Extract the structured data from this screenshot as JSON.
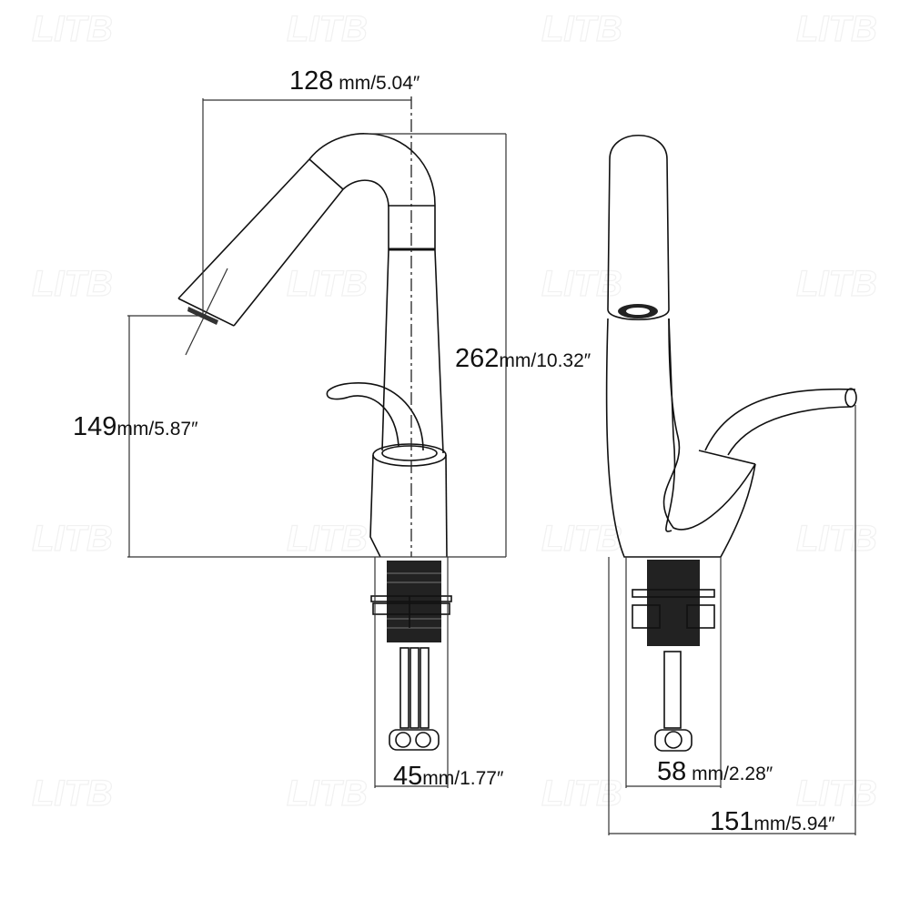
{
  "watermark": "LITB",
  "dimensions": {
    "spout_reach": {
      "value": "128",
      "unit": " mm/5.04″"
    },
    "total_height": {
      "value": "262",
      "unit": "mm/10.32″"
    },
    "spout_height": {
      "value": "149",
      "unit": "mm/5.87″"
    },
    "base_diameter": {
      "value": "45",
      "unit": "mm/1.77″"
    },
    "base_depth": {
      "value": "58",
      "unit": " mm/2.28″"
    },
    "handle_depth": {
      "value": "151",
      "unit": "mm/5.94″"
    }
  }
}
